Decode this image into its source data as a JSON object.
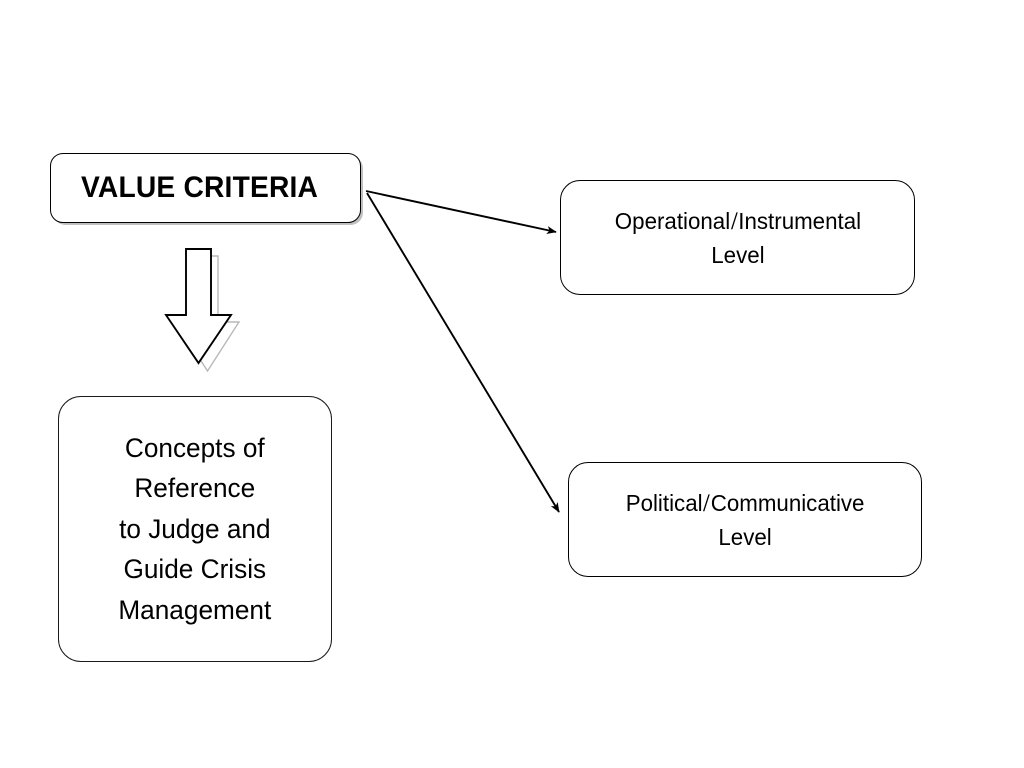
{
  "diagram": {
    "title_box": {
      "label": "VALUE CRITERIA"
    },
    "concepts_box": {
      "lines": [
        "Concepts of",
        "Reference",
        "to Judge and",
        "Guide Crisis",
        "Management"
      ]
    },
    "operational_box": {
      "line1_before_slash": "Operational",
      "line1_after_slash": "Instrumental",
      "line2": "Level"
    },
    "political_box": {
      "line1_before_slash": "Political",
      "line1_after_slash": "Communicative",
      "line2": "Level"
    },
    "colors": {
      "stroke": "#000000",
      "shadow": "#8c8c8c",
      "background": "#ffffff",
      "text": "#000000"
    }
  }
}
